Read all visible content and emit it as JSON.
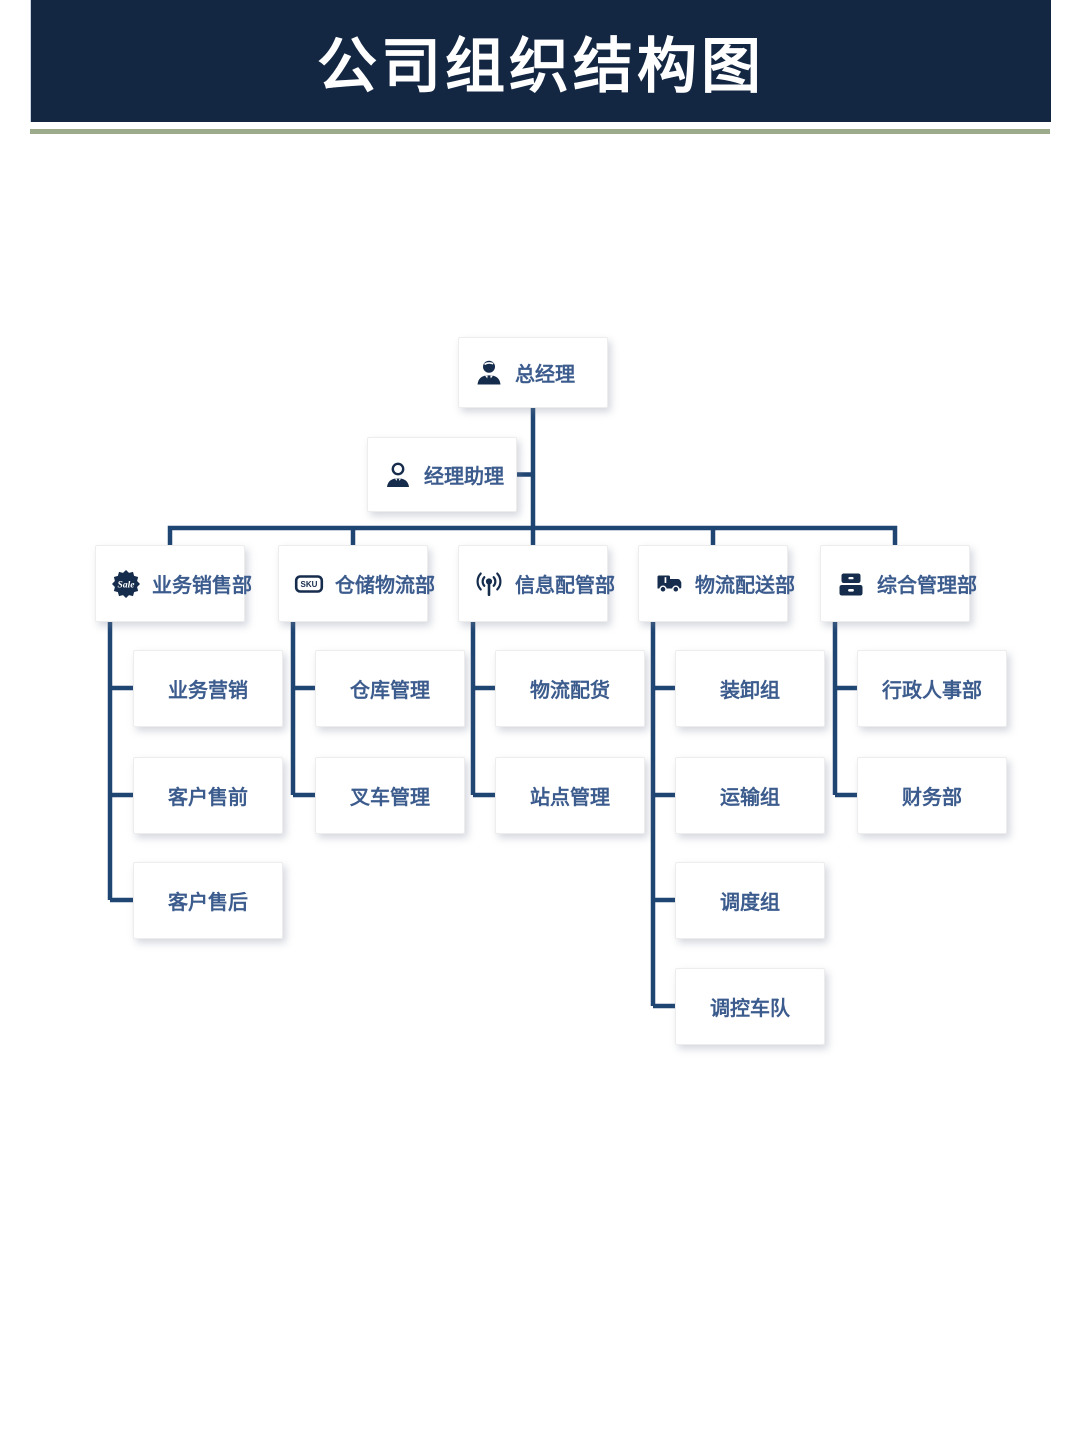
{
  "title": "公司组织结构图",
  "colors": {
    "header_bg": "#132743",
    "accent_line_green": "#9cab8c",
    "connector_blue": "#1f4573",
    "icon_navy": "#152c4c",
    "label_blue": "#3d5c8e",
    "box_bg": "#ffffff"
  },
  "icons": {
    "sale_badge_text": "Sale",
    "sku_box_text": "SKU"
  },
  "org": {
    "root": {
      "label": "总经理"
    },
    "assistant": {
      "label": "经理助理"
    },
    "departments": [
      {
        "label": "业务销售部",
        "icon": "sale-badge-icon",
        "children": [
          "业务营销",
          "客户售前",
          "客户售后"
        ]
      },
      {
        "label": "仓储物流部",
        "icon": "sku-box-icon",
        "children": [
          "仓库管理",
          "叉车管理"
        ]
      },
      {
        "label": "信息配管部",
        "icon": "broadcast-icon",
        "children": [
          "物流配货",
          "站点管理"
        ]
      },
      {
        "label": "物流配送部",
        "icon": "delivery-truck-icon",
        "children": [
          "装卸组",
          "运输组",
          "调度组",
          "调控车队"
        ]
      },
      {
        "label": "综合管理部",
        "icon": "drawers-icon",
        "children": [
          "行政人事部",
          "财务部"
        ]
      }
    ]
  }
}
